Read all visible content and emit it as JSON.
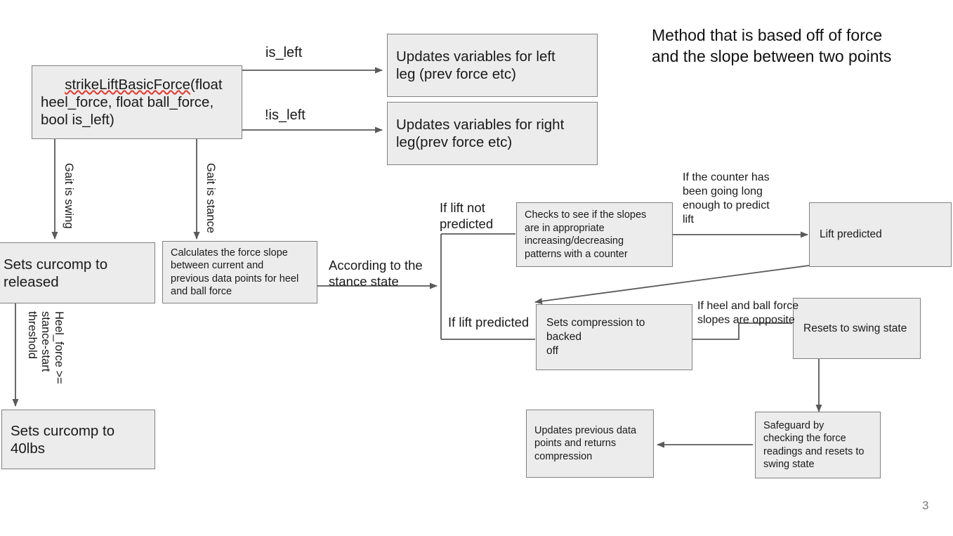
{
  "slide": {
    "title": "Method that is based off of force\nand the slope between two points",
    "page_number": "3",
    "colors": {
      "node_fill": "#ececec",
      "node_border": "#808080",
      "text": "#1a1a1a",
      "wire": "#5a5a5a",
      "spellcheck_underline": "#e03a2f",
      "page_number": "#7a7a7a",
      "background": "#ffffff"
    }
  },
  "nodes": {
    "entry": {
      "text_spell": "strikeLiftBasicForce",
      "text_rest": "(float\nheel_force, float ball_force,\nbool is_left)"
    },
    "update_left": "Updates variables for left\nleg (prev force etc)",
    "update_right": "Updates variables for right\nleg(prev force etc)",
    "curcomp_released": "Sets curcomp to\nreleased",
    "curcomp_40lbs": "Sets curcomp to\n40lbs",
    "force_slope": "Calculates the force slope\nbetween current and\nprevious data points for heel\nand ball force",
    "checks_slopes": "Checks to see if the slopes\nare in appropriate\nincreasing/decreasing\npatterns with a counter",
    "lift_predicted": "Lift predicted",
    "sets_compression": "Sets compression to backed\noff",
    "resets_swing": "Resets to swing state",
    "safeguard": "Safeguard by\nchecking the force\nreadings and resets to\nswing state",
    "updates_previous": "Updates previous data\npoints and returns\ncompression"
  },
  "edge_labels": {
    "is_left": "is_left",
    "not_is_left": "!is_left",
    "gait_swing": "Gait is swing",
    "gait_stance": "Gait is stance",
    "heel_threshold": "Heel_force >=\nstance-start\nthreshold",
    "according_stance": "According to the\nstance state",
    "lift_not_predicted": "If lift not\npredicted",
    "lift_predicted_branch": "If lift predicted",
    "counter_long_enough": "If the counter has\nbeen going long\nenough to predict\nlift",
    "slopes_opposite": "If heel and ball force\nslopes are opposite"
  }
}
